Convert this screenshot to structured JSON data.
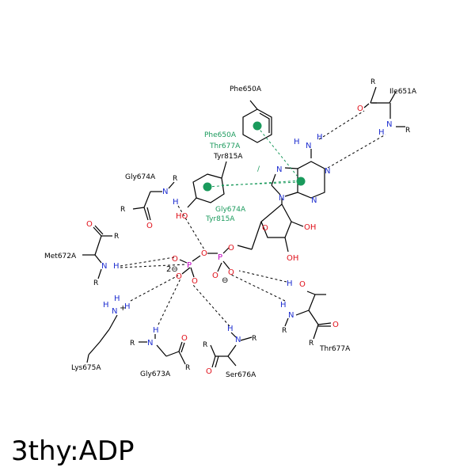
{
  "title": "3thy:ADP",
  "residues": {
    "phe650_top": "Phe650A",
    "ile651": "Ile651A",
    "tyr815": "Tyr815A",
    "gly674": "Gly674A",
    "met672": "Met672A",
    "lys675": "Lys675A",
    "gly673": "Gly673A",
    "ser676": "Ser676A",
    "thr677": "Thr677A"
  },
  "pi_labels": {
    "l1": "Phe650A",
    "l2": "Thr677A",
    "l3": "Gly674A",
    "l4": "Tyr815A"
  },
  "atoms": {
    "R": "R",
    "O": "O",
    "N": "N",
    "H": "H",
    "P": "P",
    "OH": "OH",
    "HO": "HO",
    "minus": "⊖",
    "two_minus": "2⊖",
    "plus": "+"
  },
  "colors": {
    "nitrogen": "#1f2fd0",
    "oxygen": "#e0101a",
    "phosphorus": "#c000c0",
    "pi_interaction": "#1a9a5c"
  }
}
